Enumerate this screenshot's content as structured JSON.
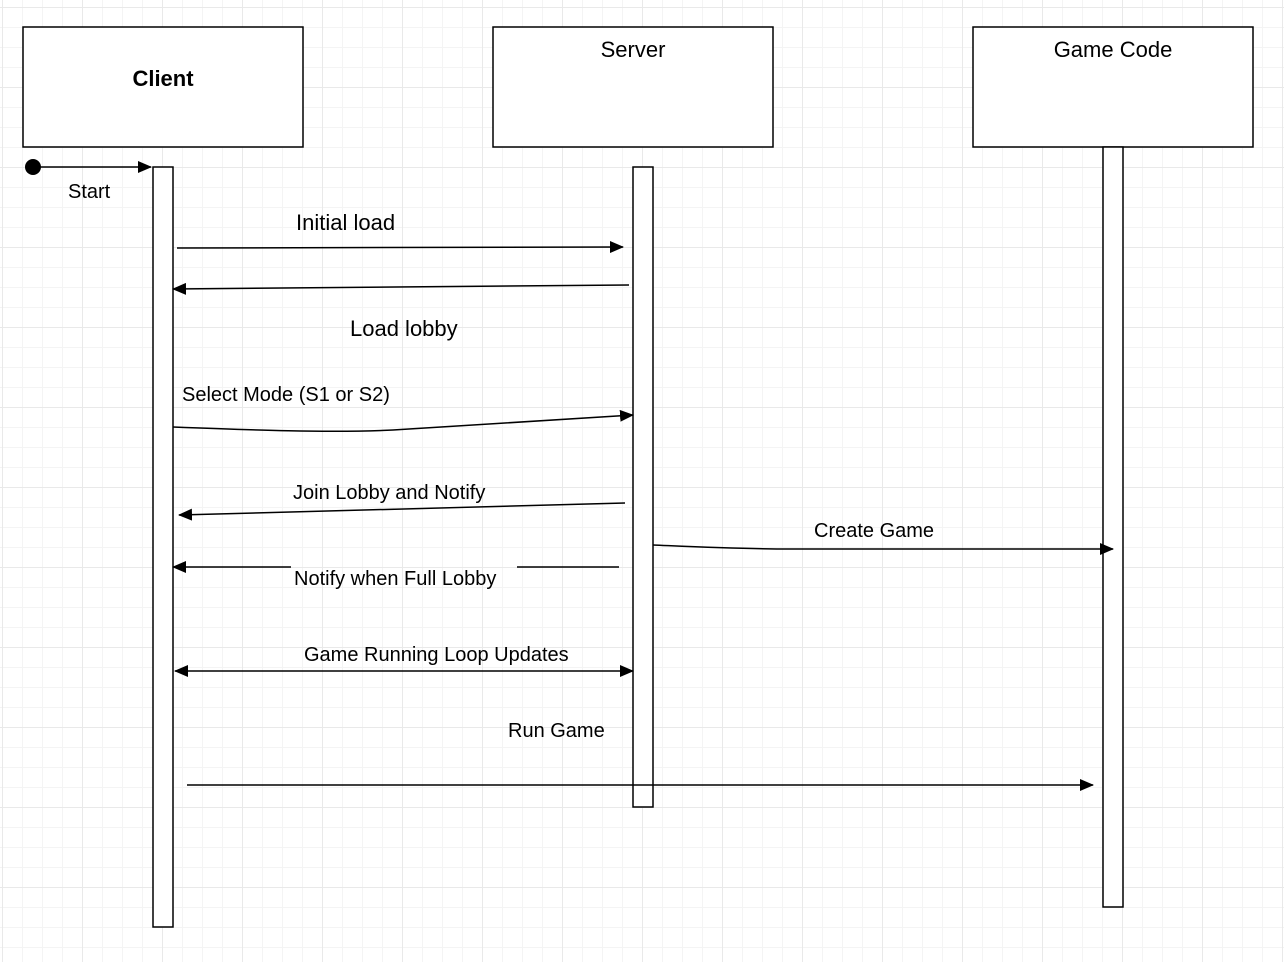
{
  "participants": {
    "client": "Client",
    "server": "Server",
    "game_code": "Game Code"
  },
  "messages": {
    "start": "Start",
    "initial_load": "Initial load",
    "load_lobby": "Load lobby",
    "select_mode": "Select Mode (S1 or S2)",
    "join_lobby": "Join Lobby and Notify",
    "create_game": "Create Game",
    "notify_full": "Notify when Full Lobby",
    "game_loop": "Game Running Loop Updates",
    "run_game": "Run Game"
  },
  "colors": {
    "stroke": "#000000",
    "background": "#ffffff",
    "grid": "#e9e9e9"
  }
}
